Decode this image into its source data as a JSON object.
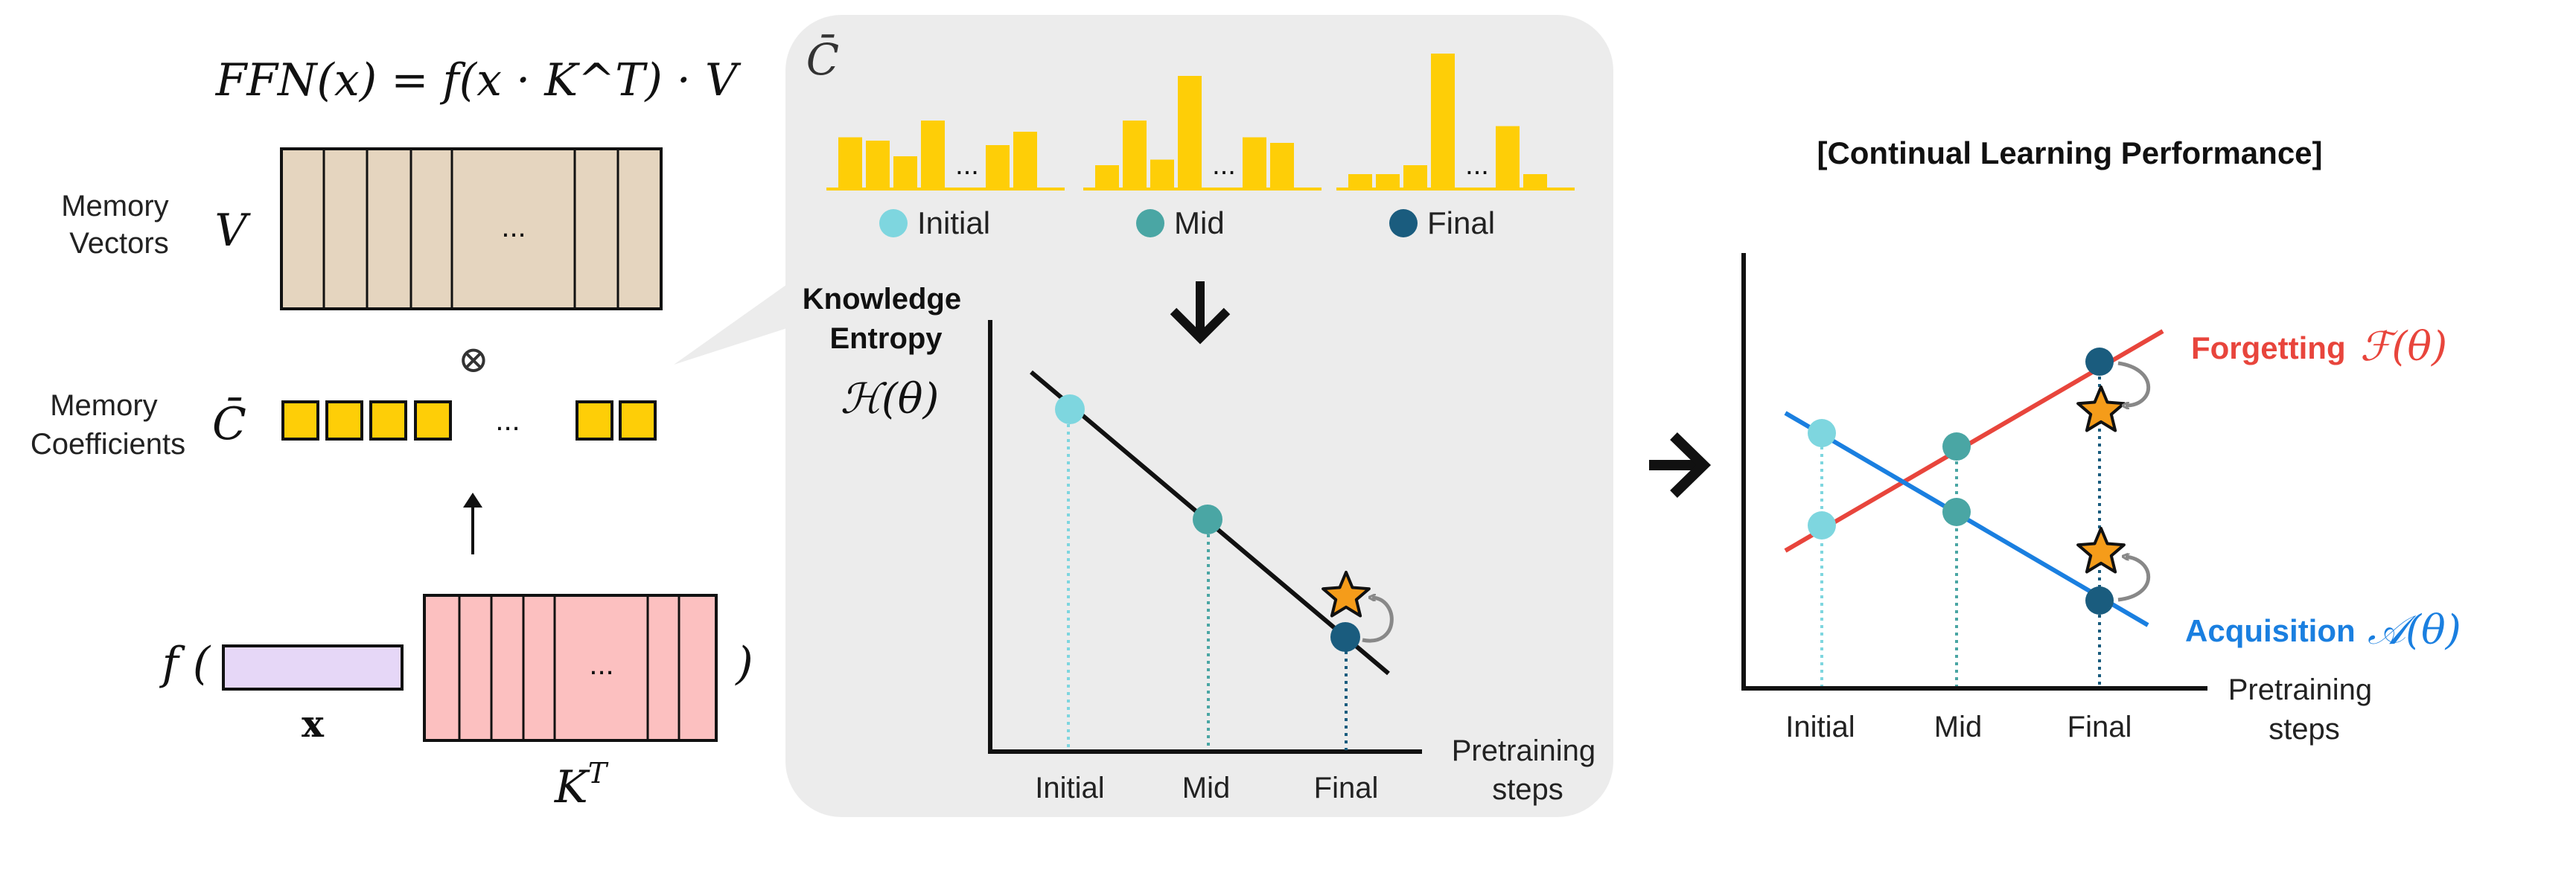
{
  "left_panel": {
    "ffn_formula": "FFN(x) = f(x · K^T) · V",
    "memory_vectors_label": [
      "Memory",
      "Vectors"
    ],
    "v_symbol": "V",
    "v_ellipsis": "...",
    "otimes_symbol": "⊗",
    "memory_coefficients_label": [
      "Memory",
      "Coefficients"
    ],
    "c_bar_symbol": "C̄",
    "coef_ellipsis": "...",
    "f_open": "f (",
    "f_close": ")",
    "x_symbol": "x",
    "k_ellipsis": "...",
    "kt_symbol": "K",
    "kt_superscript": "T"
  },
  "middle_panel": {
    "c_bar_symbol": "C̄",
    "histograms": [
      {
        "label": "Initial",
        "color": "#7ed6df",
        "ellipsis": "...",
        "heights": [
          0.45,
          0.42,
          0.28,
          0.6,
          0.38,
          0.5
        ]
      },
      {
        "label": "Mid",
        "color": "#4aa6a4",
        "ellipsis": "...",
        "heights": [
          0.2,
          0.6,
          0.25,
          1.0,
          0.45,
          0.4
        ]
      },
      {
        "label": "Final",
        "color": "#1a5c7e",
        "ellipsis": "...",
        "heights": [
          0.12,
          0.12,
          0.2,
          1.2,
          0.55,
          0.12
        ]
      }
    ],
    "y_title": [
      "Knowledge",
      "Entropy"
    ],
    "y_symbol": "ℋ(θ)",
    "x_label": [
      "Pretraining",
      "steps"
    ],
    "x_ticks": [
      "Initial",
      "Mid",
      "Final"
    ]
  },
  "right_panel": {
    "title": "[Continual Learning Performance]",
    "forgetting_label": "Forgetting",
    "forgetting_symbol": "ℱ(θ)",
    "forgetting_color": "#e8453c",
    "acquisition_label": "Acquisition",
    "acquisition_symbol": "𝒜(θ)",
    "acquisition_color": "#1a7fe0",
    "x_label": [
      "Pretraining",
      "steps"
    ],
    "x_ticks": [
      "Initial",
      "Mid",
      "Final"
    ]
  },
  "colors": {
    "memory_vector_fill": "#e5d5bf",
    "coefficient_fill": "#fece07",
    "x_fill": "#e6d7f7",
    "kt_fill": "#fcc0c0",
    "histogram_bar": "#fece07",
    "panel_bg": "#ececec",
    "star_fill": "#f59c1a"
  }
}
